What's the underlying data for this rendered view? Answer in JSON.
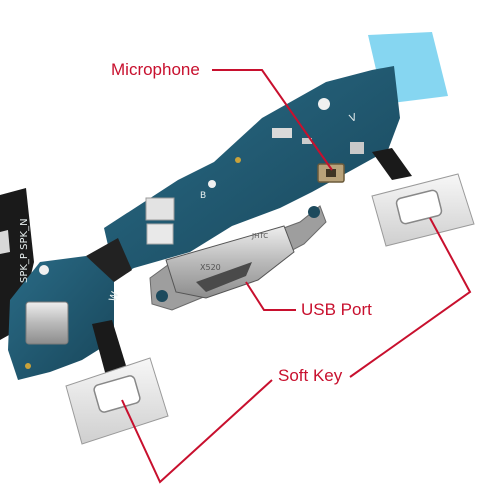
{
  "callouts": {
    "microphone": "Microphone",
    "usb_port": "USB Port",
    "soft_key": "Soft Key"
  },
  "silkscreen": {
    "spk": "SPK_P  SPK_N",
    "b": "B",
    "v": "V",
    "w": "W",
    "connector_code": "X520",
    "connector_brand": "JHTC"
  },
  "colors": {
    "callout": "#c8102e",
    "pcb": "#1f5870",
    "ribbon": "#1a1a1a",
    "film": "#7fd4f0"
  }
}
